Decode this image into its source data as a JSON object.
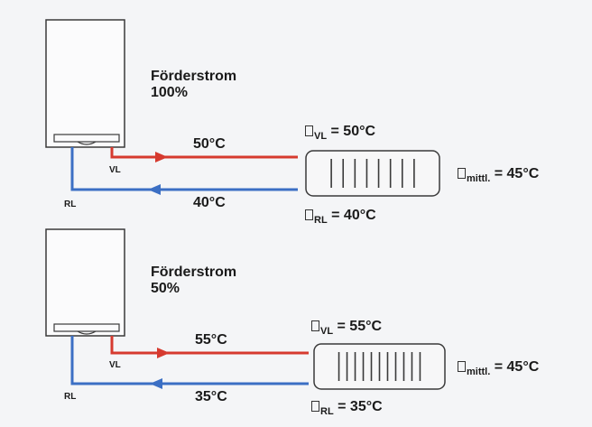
{
  "colors": {
    "supply": "#d63a2f",
    "return": "#3b6fc4",
    "outline": "#3a3a3a",
    "background": "#f4f5f7"
  },
  "systems": [
    {
      "flow_title": "Förderstrom",
      "flow_value": "100%",
      "vl_tag": "VL",
      "rl_tag": "RL",
      "supply_temp": "50°C",
      "return_temp": "40°C",
      "vl_sub": "VL",
      "vl_value": "= 50°C",
      "rl_sub": "RL",
      "rl_value": "= 40°C",
      "mittl_sub": "mittl.",
      "mittl_value": "= 45°C",
      "radiator_fins": 8
    },
    {
      "flow_title": "Förderstrom",
      "flow_value": "50%",
      "vl_tag": "VL",
      "rl_tag": "RL",
      "supply_temp": "55°C",
      "return_temp": "35°C",
      "vl_sub": "VL",
      "vl_value": "= 55°C",
      "rl_sub": "RL",
      "rl_value": "= 35°C",
      "mittl_sub": "mittl.",
      "mittl_value": "= 45°C",
      "radiator_fins": 11
    }
  ]
}
